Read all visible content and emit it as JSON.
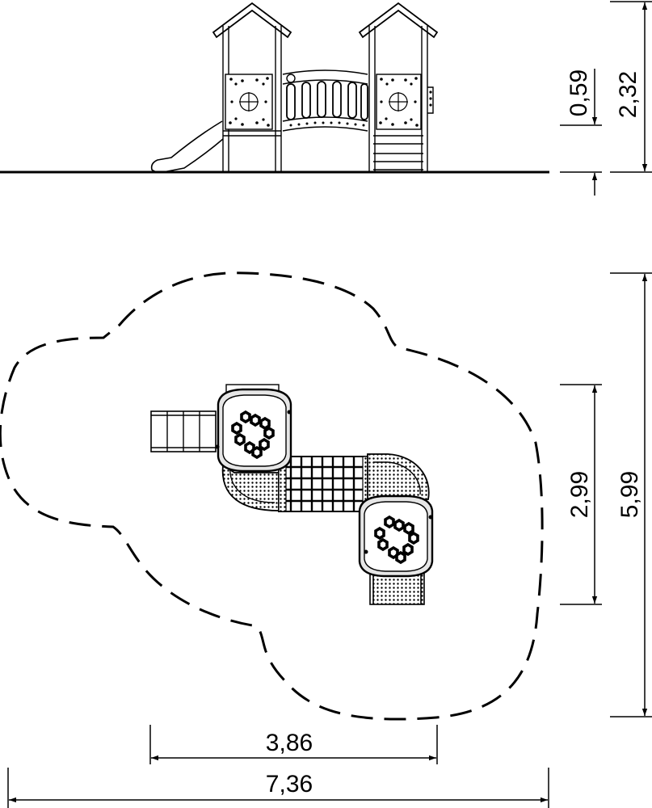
{
  "dimensions": {
    "platform_height": "0,59",
    "total_height": "2,32",
    "equipment_depth": "2,99",
    "safety_zone_depth": "5,99",
    "equipment_width": "3,86",
    "safety_zone_width": "7,36"
  },
  "colors": {
    "line": "#000000",
    "background": "#ffffff",
    "panel_fill": "#e6e6e6"
  }
}
